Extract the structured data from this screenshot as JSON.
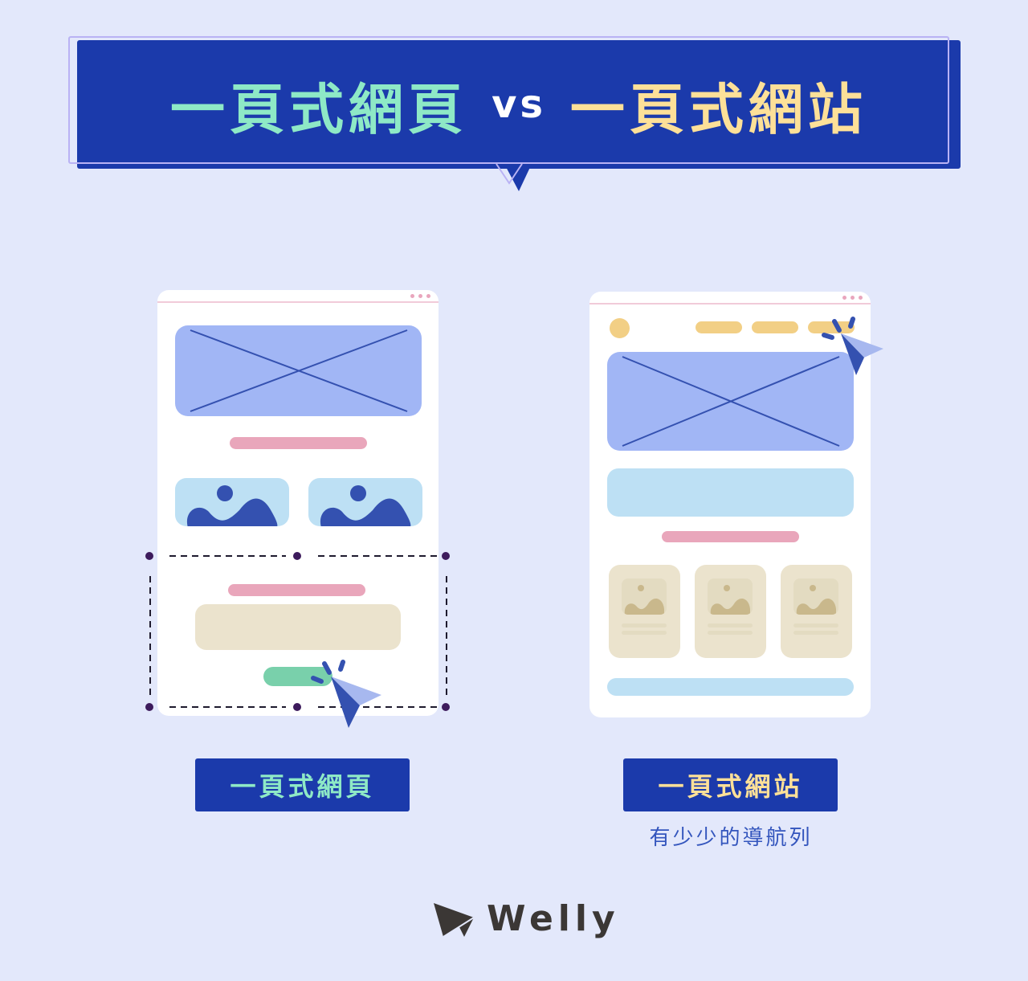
{
  "title": {
    "left": "一頁式網頁",
    "vs": "vs",
    "right": "一頁式網站"
  },
  "left_panel": {
    "label": "一頁式網頁",
    "wireframe": {
      "header_dots": 3,
      "hero": "image-placeholder",
      "image_tiles": 2,
      "selection_box": "dashed",
      "cta_button": "green",
      "cursor": "click-pointer"
    }
  },
  "right_panel": {
    "label": "一頁式網站",
    "caption": "有少少的導航列",
    "wireframe": {
      "header_dots": 3,
      "nav_logo": "circle",
      "nav_items": 3,
      "hero": "image-placeholder",
      "product_cards": 3,
      "cursor": "click-pointer"
    }
  },
  "brand": {
    "name": "Welly",
    "icon": "paper-plane-icon"
  },
  "colors": {
    "background": "#e3e8fb",
    "navy": "#1b3aab",
    "mint": "#8ee9c6",
    "gold": "#fde098",
    "hero_blue": "#a1b6f5",
    "pink": "#e9a6bb",
    "sky": "#bde0f4",
    "beige": "#ebe3cd",
    "green": "#79d0ab",
    "yellow": "#f2cf85",
    "dark_blue": "#3451b0"
  }
}
